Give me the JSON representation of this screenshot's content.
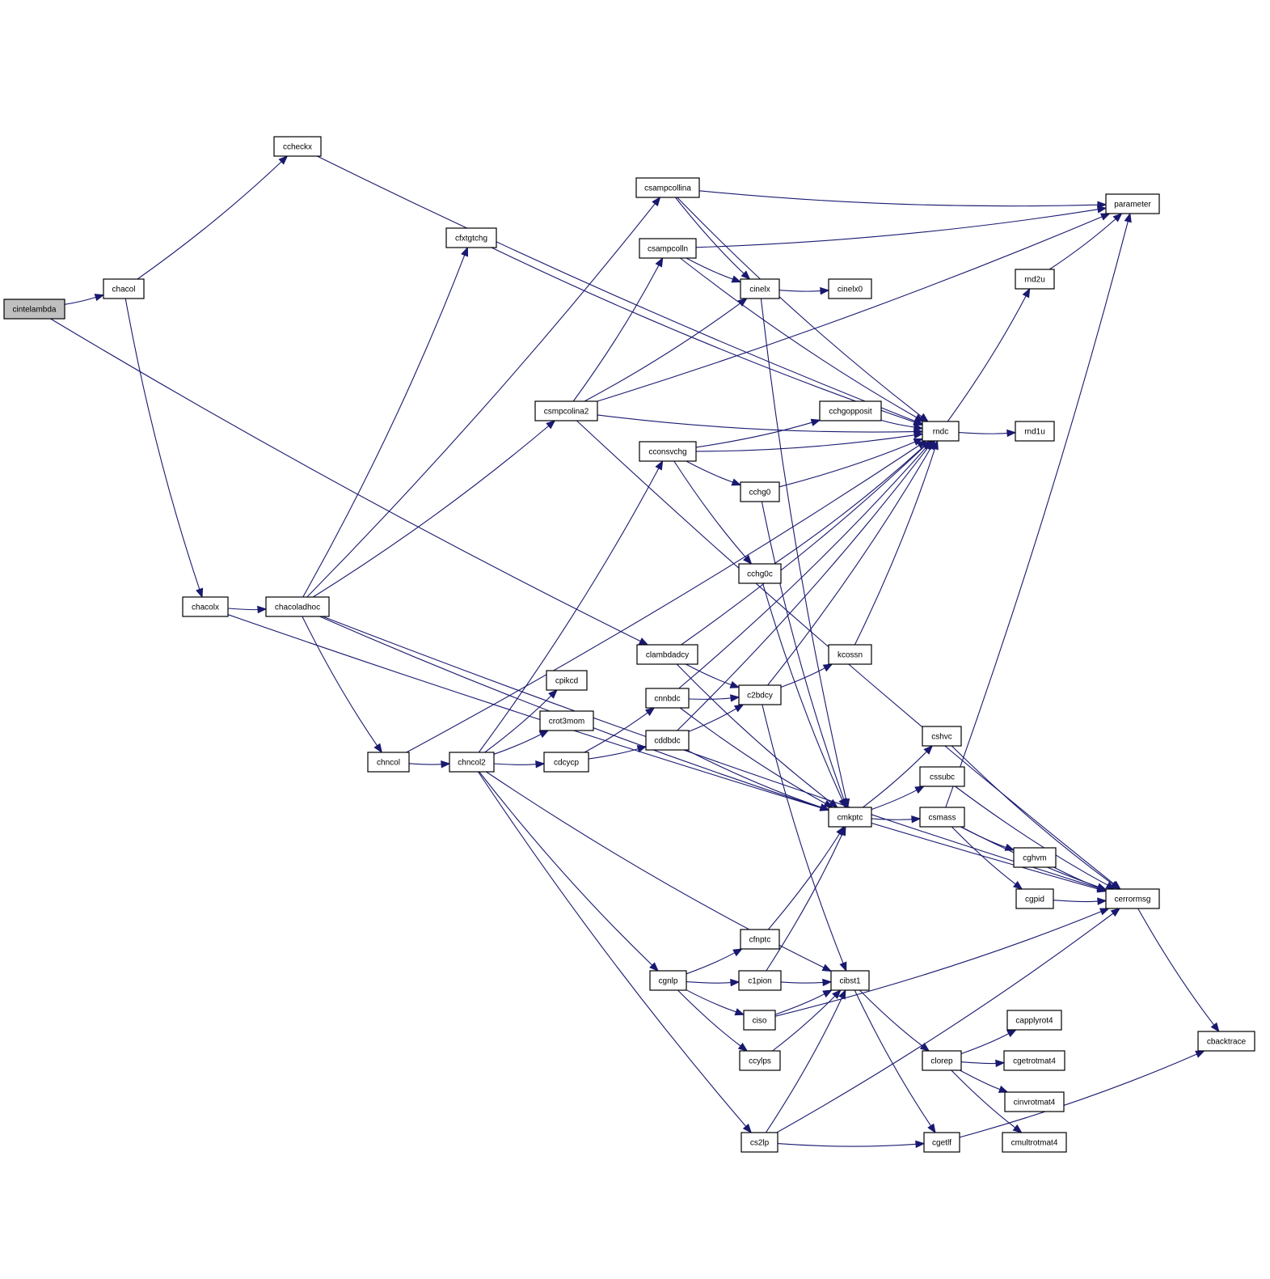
{
  "colors": {
    "edge": "#191970",
    "node_border": "#000000",
    "node_truncated_border": "#ff0000",
    "root_fill": "#bfbfbf",
    "node_fill": "#ffffff"
  },
  "nodes": [
    {
      "id": "cintelambda",
      "label": "cintelambda",
      "style": "root"
    },
    {
      "id": "chacol",
      "label": "chacol",
      "style": "normal"
    },
    {
      "id": "ccheckx",
      "label": "ccheckx",
      "style": "normal"
    },
    {
      "id": "chacolx",
      "label": "chacolx",
      "style": "normal"
    },
    {
      "id": "chacoladhoc",
      "label": "chacoladhoc",
      "style": "normal"
    },
    {
      "id": "cfxtgtchg",
      "label": "cfxtgtchg",
      "style": "normal"
    },
    {
      "id": "chncol",
      "label": "chncol",
      "style": "normal"
    },
    {
      "id": "chncol2",
      "label": "chncol2",
      "style": "normal"
    },
    {
      "id": "csmpcolina2",
      "label": "csmpcolina2",
      "style": "normal"
    },
    {
      "id": "csampcollina",
      "label": "csampcollina",
      "style": "normal"
    },
    {
      "id": "csampcolln",
      "label": "csampcolln",
      "style": "normal"
    },
    {
      "id": "cinelx",
      "label": "cinelx",
      "style": "normal"
    },
    {
      "id": "cinelx0",
      "label": "cinelx0",
      "style": "truncated"
    },
    {
      "id": "parameter",
      "label": "parameter",
      "style": "normal"
    },
    {
      "id": "rnd2u",
      "label": "rnd2u",
      "style": "normal"
    },
    {
      "id": "rndc",
      "label": "rndc",
      "style": "normal"
    },
    {
      "id": "rnd1u",
      "label": "rnd1u",
      "style": "normal"
    },
    {
      "id": "cchgopposit",
      "label": "cchgopposit",
      "style": "normal"
    },
    {
      "id": "cconsvchg",
      "label": "cconsvchg",
      "style": "normal"
    },
    {
      "id": "cchg0",
      "label": "cchg0",
      "style": "truncated"
    },
    {
      "id": "cchg0c",
      "label": "cchg0c",
      "style": "truncated"
    },
    {
      "id": "clambdadcy",
      "label": "clambdadcy",
      "style": "normal"
    },
    {
      "id": "kcossn",
      "label": "kcossn",
      "style": "normal"
    },
    {
      "id": "cpikcd",
      "label": "cpikcd",
      "style": "truncated"
    },
    {
      "id": "crot3mom",
      "label": "crot3mom",
      "style": "truncated"
    },
    {
      "id": "cnnbdc",
      "label": "cnnbdc",
      "style": "normal"
    },
    {
      "id": "c2bdcy",
      "label": "c2bdcy",
      "style": "normal"
    },
    {
      "id": "cddbdc",
      "label": "cddbdc",
      "style": "normal"
    },
    {
      "id": "cdcycp",
      "label": "cdcycp",
      "style": "normal"
    },
    {
      "id": "cshvc",
      "label": "cshvc",
      "style": "normal"
    },
    {
      "id": "cssubc",
      "label": "cssubc",
      "style": "normal"
    },
    {
      "id": "cmkptc",
      "label": "cmkptc",
      "style": "normal"
    },
    {
      "id": "csmass",
      "label": "csmass",
      "style": "normal"
    },
    {
      "id": "cghvm",
      "label": "cghvm",
      "style": "normal"
    },
    {
      "id": "cgpid",
      "label": "cgpid",
      "style": "normal"
    },
    {
      "id": "cerrormsg",
      "label": "cerrormsg",
      "style": "normal"
    },
    {
      "id": "cfnptc",
      "label": "cfnptc",
      "style": "truncated"
    },
    {
      "id": "cgnlp",
      "label": "cgnlp",
      "style": "truncated"
    },
    {
      "id": "c1pion",
      "label": "c1pion",
      "style": "truncated"
    },
    {
      "id": "cibst1",
      "label": "cibst1",
      "style": "normal"
    },
    {
      "id": "ciso",
      "label": "ciso",
      "style": "truncated"
    },
    {
      "id": "ccylps",
      "label": "ccylps",
      "style": "truncated"
    },
    {
      "id": "capplyrot4",
      "label": "capplyrot4",
      "style": "normal"
    },
    {
      "id": "clorep",
      "label": "clorep",
      "style": "normal"
    },
    {
      "id": "cgetrotmat4",
      "label": "cgetrotmat4",
      "style": "normal"
    },
    {
      "id": "cbacktrace",
      "label": "cbacktrace",
      "style": "normal"
    },
    {
      "id": "cinvrotmat4",
      "label": "cinvrotmat4",
      "style": "normal"
    },
    {
      "id": "cs2lp",
      "label": "cs2lp",
      "style": "truncated"
    },
    {
      "id": "cgetlf",
      "label": "cgetlf",
      "style": "normal"
    },
    {
      "id": "cmultrotmat4",
      "label": "cmultrotmat4",
      "style": "normal"
    }
  ],
  "edges": [
    [
      "cintelambda",
      "chacol"
    ],
    [
      "cintelambda",
      "clambdadcy"
    ],
    [
      "chacol",
      "ccheckx"
    ],
    [
      "chacol",
      "chacolx"
    ],
    [
      "ccheckx",
      "rndc"
    ],
    [
      "chacolx",
      "chacoladhoc"
    ],
    [
      "chacolx",
      "cerrormsg"
    ],
    [
      "chacoladhoc",
      "cfxtgtchg"
    ],
    [
      "chacoladhoc",
      "csampcollina"
    ],
    [
      "chacoladhoc",
      "csmpcolina2"
    ],
    [
      "chacoladhoc",
      "chncol"
    ],
    [
      "chacoladhoc",
      "cmkptc"
    ],
    [
      "chacoladhoc",
      "cerrormsg"
    ],
    [
      "cfxtgtchg",
      "rndc"
    ],
    [
      "csmpcolina2",
      "parameter"
    ],
    [
      "csmpcolina2",
      "csampcolln"
    ],
    [
      "csmpcolina2",
      "cinelx"
    ],
    [
      "csmpcolina2",
      "rndc"
    ],
    [
      "csmpcolina2",
      "cerrormsg"
    ],
    [
      "csampcollina",
      "parameter"
    ],
    [
      "csampcollina",
      "rndc"
    ],
    [
      "csampcollina",
      "cinelx"
    ],
    [
      "csampcolln",
      "parameter"
    ],
    [
      "csampcolln",
      "rndc"
    ],
    [
      "csampcolln",
      "cinelx"
    ],
    [
      "cinelx",
      "cinelx0"
    ],
    [
      "cinelx",
      "cmkptc"
    ],
    [
      "rndc",
      "rnd2u"
    ],
    [
      "rndc",
      "rnd1u"
    ],
    [
      "rnd2u",
      "parameter"
    ],
    [
      "cconsvchg",
      "rndc"
    ],
    [
      "cconsvchg",
      "cchgopposit"
    ],
    [
      "cconsvchg",
      "cchg0"
    ],
    [
      "cconsvchg",
      "cchg0c"
    ],
    [
      "cchgopposit",
      "rndc"
    ],
    [
      "cchg0",
      "rndc"
    ],
    [
      "cchg0",
      "cmkptc"
    ],
    [
      "cchg0c",
      "rndc"
    ],
    [
      "cchg0c",
      "cmkptc"
    ],
    [
      "clambdadcy",
      "rndc"
    ],
    [
      "clambdadcy",
      "c2bdcy"
    ],
    [
      "clambdadcy",
      "cmkptc"
    ],
    [
      "kcossn",
      "rndc"
    ],
    [
      "chncol",
      "chncol2"
    ],
    [
      "chncol",
      "rndc"
    ],
    [
      "chncol2",
      "cconsvchg"
    ],
    [
      "chncol2",
      "cpikcd"
    ],
    [
      "chncol2",
      "crot3mom"
    ],
    [
      "chncol2",
      "cdcycp"
    ],
    [
      "chncol2",
      "cgnlp"
    ],
    [
      "chncol2",
      "cs2lp"
    ],
    [
      "chncol2",
      "cibst1"
    ],
    [
      "cdcycp",
      "cnnbdc"
    ],
    [
      "cdcycp",
      "cddbdc"
    ],
    [
      "cnnbdc",
      "rndc"
    ],
    [
      "cnnbdc",
      "c2bdcy"
    ],
    [
      "cnnbdc",
      "cmkptc"
    ],
    [
      "cddbdc",
      "c2bdcy"
    ],
    [
      "cddbdc",
      "rndc"
    ],
    [
      "cddbdc",
      "cmkptc"
    ],
    [
      "c2bdcy",
      "kcossn"
    ],
    [
      "c2bdcy",
      "rndc"
    ],
    [
      "c2bdcy",
      "cibst1"
    ],
    [
      "cmkptc",
      "cshvc"
    ],
    [
      "cmkptc",
      "cssubc"
    ],
    [
      "cmkptc",
      "csmass"
    ],
    [
      "cshvc",
      "cerrormsg"
    ],
    [
      "cssubc",
      "cerrormsg"
    ],
    [
      "csmass",
      "parameter"
    ],
    [
      "csmass",
      "cerrormsg"
    ],
    [
      "csmass",
      "cghvm"
    ],
    [
      "csmass",
      "cgpid"
    ],
    [
      "cghvm",
      "cerrormsg"
    ],
    [
      "cgpid",
      "cerrormsg"
    ],
    [
      "cerrormsg",
      "cbacktrace"
    ],
    [
      "cgnlp",
      "cfnptc"
    ],
    [
      "cgnlp",
      "c1pion"
    ],
    [
      "cgnlp",
      "ciso"
    ],
    [
      "cgnlp",
      "ccylps"
    ],
    [
      "cfnptc",
      "cmkptc"
    ],
    [
      "c1pion",
      "cmkptc"
    ],
    [
      "c1pion",
      "cibst1"
    ],
    [
      "ciso",
      "cibst1"
    ],
    [
      "ciso",
      "cerrormsg"
    ],
    [
      "ccylps",
      "cibst1"
    ],
    [
      "cibst1",
      "clorep"
    ],
    [
      "cibst1",
      "cgetlf"
    ],
    [
      "clorep",
      "capplyrot4"
    ],
    [
      "clorep",
      "cgetrotmat4"
    ],
    [
      "clorep",
      "cinvrotmat4"
    ],
    [
      "clorep",
      "cmultrotmat4"
    ],
    [
      "cs2lp",
      "cibst1"
    ],
    [
      "cs2lp",
      "cerrormsg"
    ],
    [
      "cs2lp",
      "cgetlf"
    ],
    [
      "cgetlf",
      "cbacktrace"
    ]
  ]
}
